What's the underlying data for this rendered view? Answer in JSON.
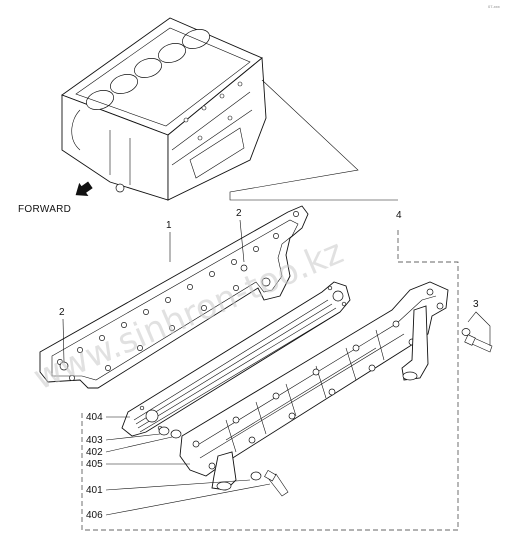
{
  "diagram": {
    "corner_mark": "07-xxx",
    "forward_label": "FORWARD",
    "watermark": "www.sinhron-too.kz",
    "callouts": [
      {
        "id": "c1",
        "text": "1"
      },
      {
        "id": "c2a",
        "text": "2"
      },
      {
        "id": "c2b",
        "text": "2"
      },
      {
        "id": "c3",
        "text": "3"
      },
      {
        "id": "c4",
        "text": "4"
      },
      {
        "id": "c404",
        "text": "404"
      },
      {
        "id": "c403",
        "text": "403"
      },
      {
        "id": "c402",
        "text": "402"
      },
      {
        "id": "c405",
        "text": "405"
      },
      {
        "id": "c401",
        "text": "401"
      },
      {
        "id": "c406",
        "text": "406"
      }
    ]
  }
}
